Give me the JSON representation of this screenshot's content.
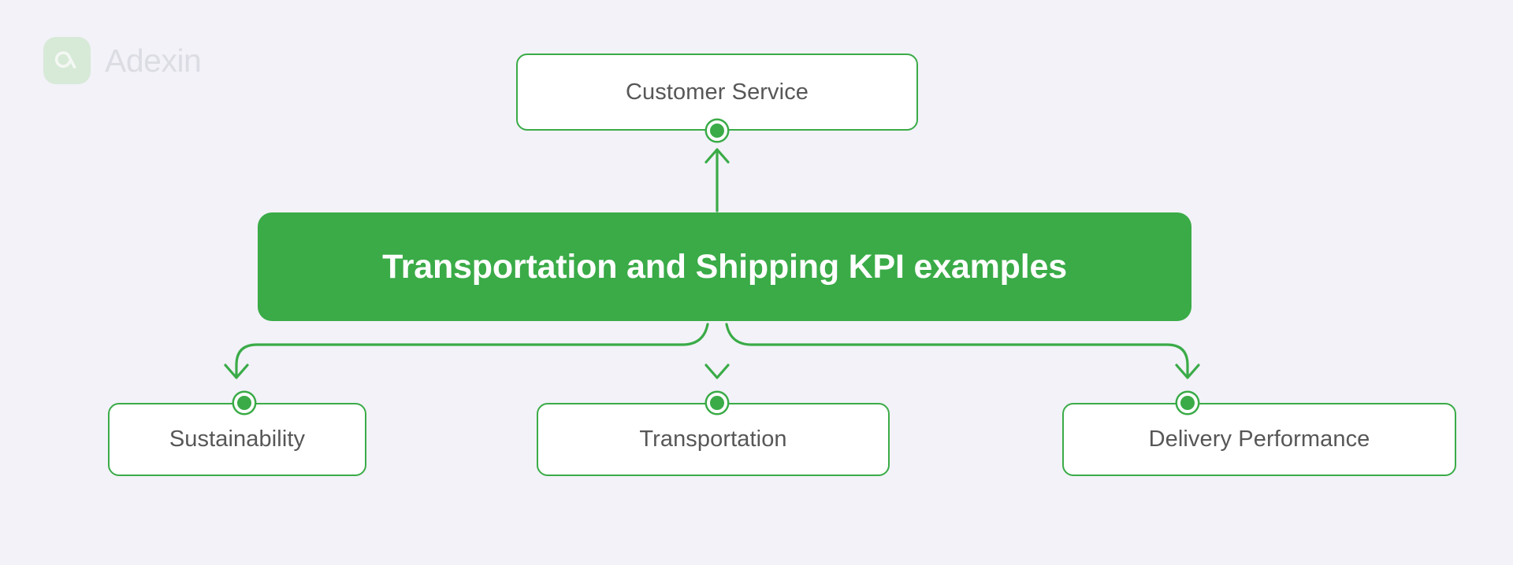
{
  "brand": {
    "name": "Adexin",
    "logo_icon": "adexin-swirl-logo-icon",
    "mark_color": "#d7e9d7",
    "text_color": "#dcdce4"
  },
  "theme": {
    "background": "#f2f2f8",
    "accent_green": "#3aab47",
    "box_fill": "#ffffff",
    "label_text": "#575757",
    "banner_text": "#ffffff"
  },
  "diagram": {
    "type": "hierarchy-flowchart",
    "center": {
      "title": "Transportation and Shipping KPI examples"
    },
    "parent": {
      "label": "Customer Service",
      "connector_icon": "node-dot-icon",
      "arrow_icon": "arrow-up-icon"
    },
    "children": [
      {
        "label": "Sustainability",
        "connector_icon": "node-dot-icon",
        "arrow_icon": "arrow-down-icon"
      },
      {
        "label": "Transportation",
        "connector_icon": "node-dot-icon",
        "arrow_icon": "arrow-down-icon"
      },
      {
        "label": "Delivery Performance",
        "connector_icon": "node-dot-icon",
        "arrow_icon": "arrow-down-icon"
      }
    ]
  }
}
